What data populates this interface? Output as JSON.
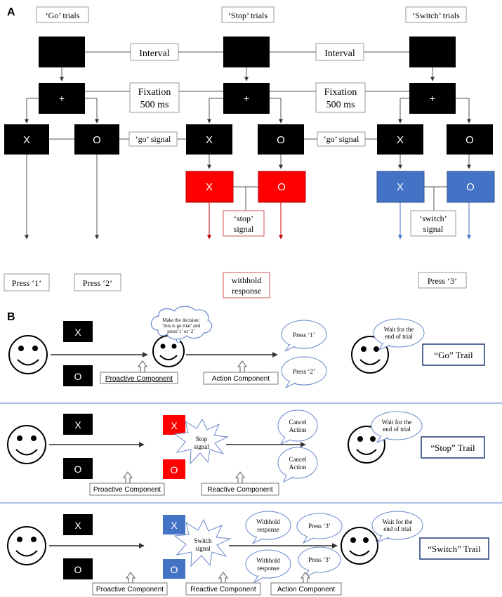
{
  "panel_a": {
    "label": "A",
    "headers": {
      "go": "‘Go’ trials",
      "stop": "‘Stop’ trials",
      "switch": "‘Switch’ trials"
    },
    "interval_label": "Interval",
    "fixation_line1": "Fixation",
    "fixation_line2": "500 ms",
    "plus": "+",
    "x": "X",
    "o": "O",
    "go_signal": "‘go’ signal",
    "stop_signal_line1": "‘stop’",
    "stop_signal_line2": "signal",
    "switch_signal_line1": "‘switch’",
    "switch_signal_line2": "signal",
    "press1": "Press ‘1’",
    "press2": "Press ‘2’",
    "withhold_line1": "withhold",
    "withhold_line2": "response",
    "press3": "Press ‘3’"
  },
  "panel_b": {
    "label": "B",
    "x": "X",
    "o": "O",
    "decision_lines": [
      "Make the decision:",
      "‘this is go trial’ and",
      "press‘1’ or ‘2’"
    ],
    "press1": "Press ‘1’",
    "press2": "Press ‘2’",
    "wait_line1": "Wait for the",
    "wait_line2": "end of trial",
    "go_trail": "“Go” Trail",
    "stop_trail": "“Stop” Trail",
    "switch_trail": "“Switch” Trail",
    "proactive": "Proactive Component",
    "action": "Action Component",
    "reactive": "Reactive Component",
    "stop_sig_line1": "Stop",
    "stop_sig_line2": "signal",
    "switch_sig_line1": "Switch",
    "switch_sig_line2": "signal",
    "cancel_line1": "Cancel",
    "cancel_line2": "Action",
    "withhold_line1": "Withhold",
    "withhold_line2": "response",
    "press3": "Press ‘3’",
    "smiley": "☺"
  },
  "colors": {
    "black_box": "#000000",
    "stop_red": "#ff0000",
    "switch_blue": "#4472c4",
    "divider": "#8faadc",
    "trail_border": "#1f3a75"
  }
}
